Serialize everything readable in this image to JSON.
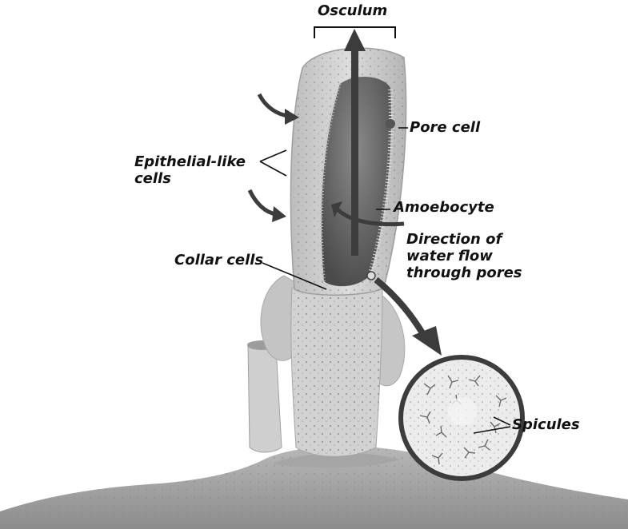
{
  "labels": {
    "osculum": "Osculum",
    "pore_cell": "Pore cell",
    "epithelial_line1": "Epithelial-like",
    "epithelial_line2": "cells",
    "amoebocyte": "Amoebocyte",
    "direction_line1": "Direction of",
    "direction_line2": "water flow",
    "direction_line3": "through pores",
    "collar_cells": "Collar cells",
    "spicules": "Spicules"
  },
  "colors": {
    "ink": "#111111",
    "arrow": "#3c3c3c",
    "sponge_wall": "#c9c9c9",
    "sponge_cavity": "#6e6e6e",
    "base": "#9a9a9a"
  }
}
